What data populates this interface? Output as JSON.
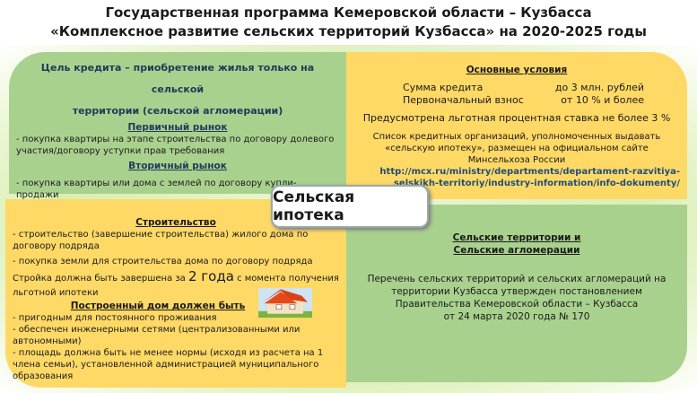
{
  "title": {
    "line1": "Государственная программа Кемеровской области – Кузбасса",
    "line2": "«Комплексное развитие сельских территорий Кузбасса» на 2020-2025 годы"
  },
  "center": "Сельская ипотека",
  "top_left": {
    "goal1": "Цель кредита  – приобретение жилья только на сельской",
    "goal2": "территории (сельской агломерации)",
    "primary_heading": "Первичный  рынок",
    "primary_text": "- покупка квартиры на этапе строительства по договору долевого участия/договору уступки прав требования",
    "secondary_heading": "Вторичный рынок",
    "secondary_text": "- покупка квартиры или дома с землей по договору купли-продажи"
  },
  "top_right": {
    "heading": "Основные  условия",
    "amount_label": "Сумма кредита",
    "amount_value": "до 3 млн. рублей",
    "down_label": "Первоначальный  взнос",
    "down_value": "от 10 % и более",
    "rate": "Предусмотрена льготная процентная  ставка не более 3 %",
    "list_text": "Список кредитных организаций, уполномоченных выдавать «сельскую ипотеку», размещен на официальном сайте Минсельхоза России",
    "link": "http://mcx.ru/ministry/departments/departament-razvitiya-selskikh-territoriy/industry-information/info-dokumenty/"
  },
  "bottom_left": {
    "heading": "Строительство",
    "item1": "- строительство (завершение строительства) жилого дома по договору подряда",
    "item2": "- покупка земли для строительства дома по договору подряда",
    "deadline_pre": "Стройка должна быть завершена за ",
    "deadline_big": "2 года",
    "deadline_post": " с момента получения льготной ипотеки",
    "house_heading": "Построенный дом должен быть",
    "req1": "- пригодным для постоянного проживания",
    "req2": "- обеспечен инженерными сетями (централизованными или автономными)",
    "req3": "- площадь должна быть не менее нормы (исходя из расчета на 1 члена семьи), установленной  администрацией муниципального образования"
  },
  "bottom_right": {
    "heading1": "Сельские территории  и",
    "heading2": "Сельские агломерации",
    "text1": "Перечень  сельских территорий  и сельских агломераций  на",
    "text2": "территории  Кузбасса утвержден постановлением",
    "text3": "Правительства  Кемеровской  области – Кузбасса",
    "text4": "от 24 марта  2020 года № 170"
  }
}
